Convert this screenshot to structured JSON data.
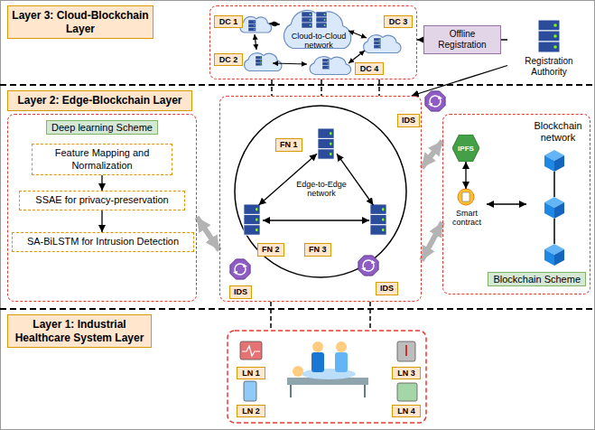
{
  "diagram": {
    "nodes": [
      {
        "text": [
          "Layer 3: Cloud-Blockchain Layer"
        ]
      },
      {
        "text": [
          "Cloud-to-Cloud network"
        ]
      },
      {
        "text": [
          "DC 1"
        ],
        "in": 1
      },
      {
        "text": [
          "DC 3"
        ],
        "in": 1
      },
      {
        "text": [
          "DC 2"
        ],
        "in": 1
      },
      {
        "text": [
          "DC 4"
        ],
        "in": 1
      },
      {
        "text": [
          "Registration Authority"
        ]
      },
      {
        "text": [
          "Layer 2: Edge-Blockchain Layer"
        ]
      },
      {
        "text": [
          "Deep learning Scheme"
        ]
      },
      {
        "text": [
          "Feature Mapping and Normalization"
        ],
        "in": 8
      },
      {
        "text": [
          "SSAE for privacy-preservation"
        ],
        "in": 8
      },
      {
        "text": [
          "SA-BiLSTM for Intrusion Detection"
        ],
        "in": 8
      },
      {
        "text": [
          "Edge-to-Edge network"
        ]
      },
      {
        "text": [
          "FN 1"
        ],
        "in": 12
      },
      {
        "text": [
          "FN 2"
        ],
        "in": 12
      },
      {
        "text": [
          "FN 3"
        ],
        "in": 12
      },
      {
        "text": [
          "Blockchain Scheme"
        ]
      },
      {
        "text": [
          "IPFS"
        ],
        "in": 16
      },
      {
        "text": [
          "Smart contract"
        ],
        "in": 16
      },
      {
        "text": [
          "Blockchain network"
        ],
        "in": 16
      },
      {
        "text": [
          "Layer 1: Industrial Healthcare System Layer"
        ]
      },
      {
        "text": [
          "LN 1"
        ]
      },
      {
        "text": [
          "LN 3"
        ]
      },
      {
        "text": [
          "LN 2"
        ]
      },
      {
        "text": [
          "LN 4"
        ]
      }
    ],
    "edges": [
      {
        "from": 6,
        "to": 1,
        "arrow": "to",
        "label": "Offline Registration"
      },
      {
        "from": 6,
        "to": 12,
        "arrow": "to"
      },
      {
        "from": 1,
        "to": 12,
        "arrow": "none"
      },
      {
        "from": 9,
        "to": 10,
        "arrow": "to"
      },
      {
        "from": 10,
        "to": 11,
        "arrow": "to"
      },
      {
        "from": 8,
        "to": 12,
        "arrow": "both"
      },
      {
        "from": 13,
        "to": 14,
        "arrow": "both"
      },
      {
        "from": 13,
        "to": 15,
        "arrow": "both"
      },
      {
        "from": 14,
        "to": 15,
        "arrow": "both"
      },
      {
        "from": 12,
        "to": 16,
        "arrow": "both"
      },
      {
        "from": 12,
        "to": 16,
        "arrow": "both"
      },
      {
        "from": 17,
        "to": 18,
        "arrow": "both"
      },
      {
        "from": 18,
        "to": 19,
        "arrow": "both"
      }
    ],
    "labels": [
      "IDS",
      "IDS",
      "IDS"
    ]
  }
}
